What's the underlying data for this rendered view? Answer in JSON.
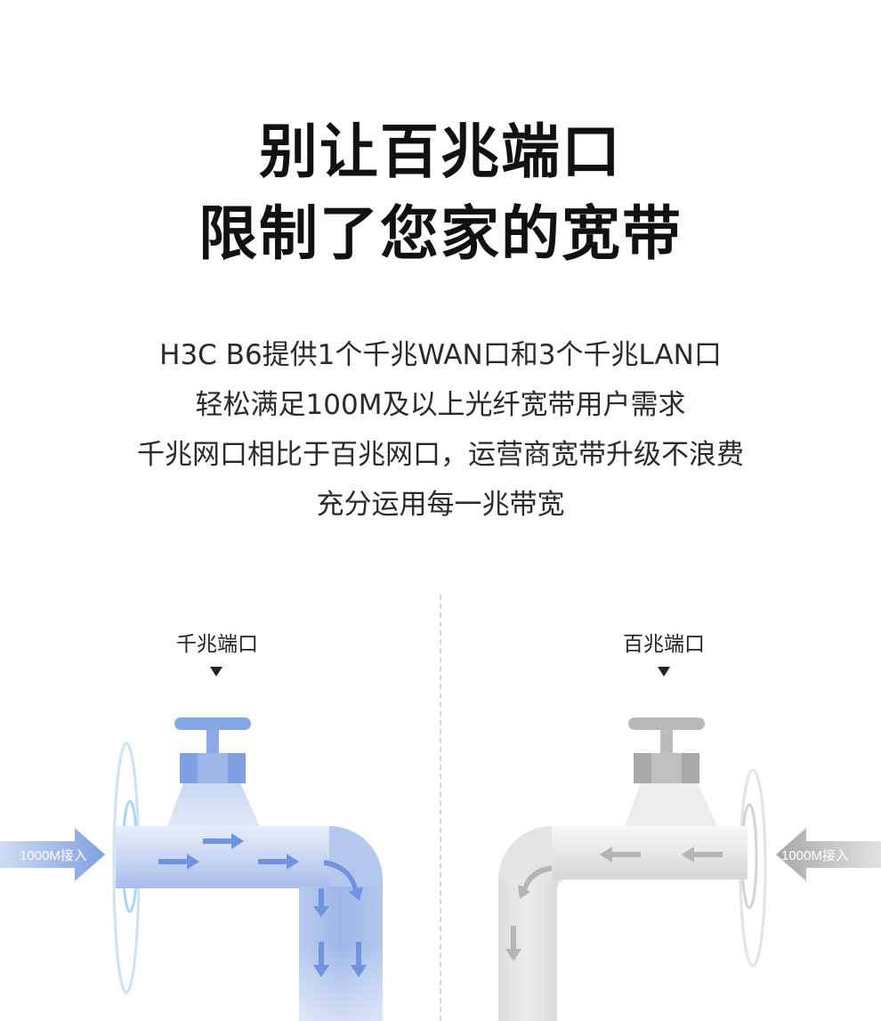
{
  "headline": {
    "line1": "别让百兆端口",
    "line2": "限制了您家的宽带"
  },
  "description": {
    "lines": [
      "H3C  B6提供1个千兆WAN口和3个千兆LAN口",
      "轻松满足100M及以上光纤宽带用户需求",
      "千兆网口相比于百兆网口，运营商宽带升级不浪费",
      "充分运用每一兆带宽"
    ]
  },
  "comparison": {
    "gigabit": {
      "label": "千兆端口",
      "input_label": "1000M接入",
      "color": "#7f9fe0"
    },
    "fast": {
      "label": "百兆端口",
      "input_label": "1000M接入",
      "color": "#a8a8a8"
    }
  }
}
